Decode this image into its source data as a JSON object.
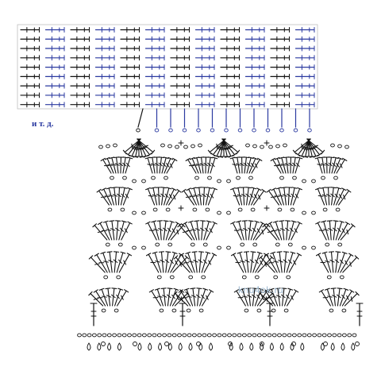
{
  "diagram": {
    "note_text": "и т. д.",
    "watermark_text": "knu4ok.ru",
    "colors": {
      "background": "#ffffff",
      "stitch_black": "#111111",
      "stitch_blue": "#2b3aa0",
      "grid": "#bfbfbf",
      "watermark": "#9db8cf"
    },
    "symbols": {
      "chain": "oval",
      "double_crochet": "crossed-stem",
      "picot": "teardrop",
      "single_crochet": "plus"
    }
  }
}
